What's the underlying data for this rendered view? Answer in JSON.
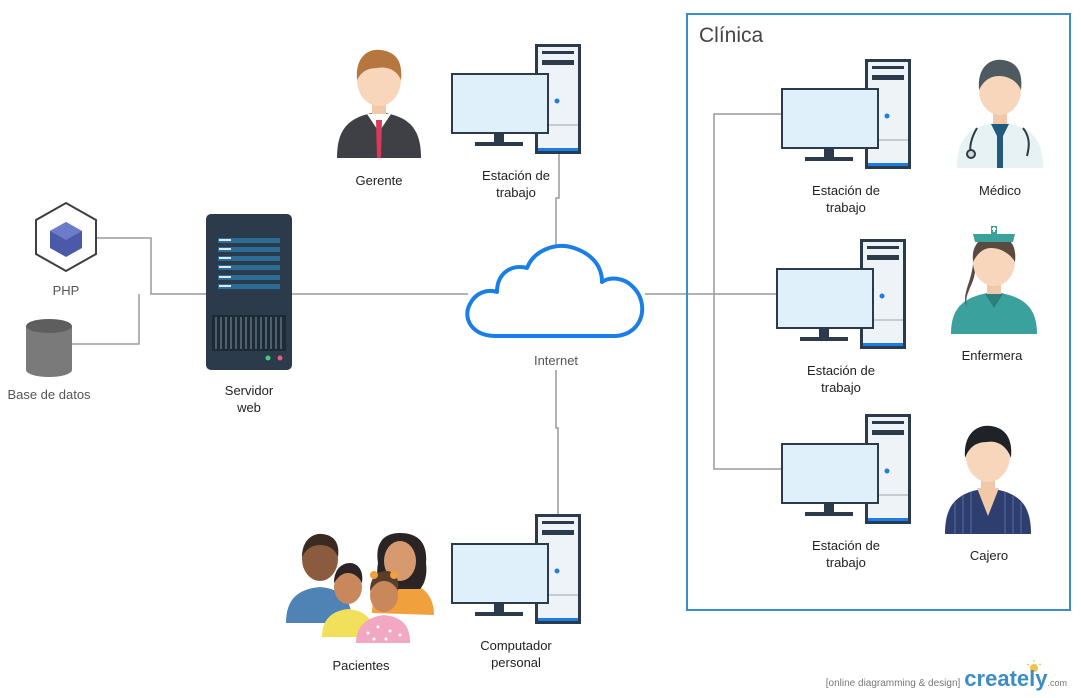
{
  "title": "Clínica",
  "labels": {
    "php": "PHP",
    "database": "Base de datos",
    "server": [
      "Servidor",
      "web"
    ],
    "manager": "Gerente",
    "ws_top": [
      "Estación de",
      "trabajo"
    ],
    "internet": "Internet",
    "pc": [
      "Computador",
      "personal"
    ],
    "patients": "Pacientes",
    "ws_1": [
      "Estación de",
      "trabajo"
    ],
    "ws_2": [
      "Estación de",
      "trabajo"
    ],
    "ws_3": [
      "Estación de",
      "trabajo"
    ],
    "doctor": "Médico",
    "nurse": "Enfermera",
    "cashier": "Cajero"
  },
  "watermark": {
    "text": "[online diagramming & design]",
    "brand": "creately",
    "suffix": ".com"
  },
  "colors": {
    "border": "#3e8cc6",
    "cloud": "#1a7ee6",
    "line": "#9a9a9a",
    "screen": "#dff0fb",
    "server": "#2b3b4b"
  }
}
